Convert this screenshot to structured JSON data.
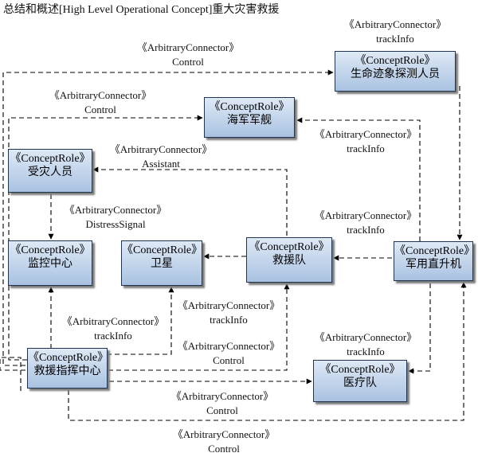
{
  "title": "总结和概述[High Level Operational Concept]重大灾害救援",
  "stereotype": "《ConceptRole》",
  "nodes": {
    "life_detection": "生命迹象探测人员",
    "navy_ship": "海军军舰",
    "victims": "受灾人员",
    "monitoring_center": "监控中心",
    "satellite": "卫星",
    "rescue_team": "救援队",
    "military_helicopter": "军用直升机",
    "rescue_command": "救援指挥中心",
    "medical_team": "医疗队"
  },
  "connector_stereotype": "《ArbitraryConnector》",
  "edges": [
    {
      "id": "command-to-life",
      "type": "Control"
    },
    {
      "id": "life-to-helicopter",
      "type": "trackInfo"
    },
    {
      "id": "command-to-navy",
      "type": "Control"
    },
    {
      "id": "helicopter-to-navy",
      "type": "trackInfo"
    },
    {
      "id": "rescue-to-victims",
      "type": "Assistant"
    },
    {
      "id": "victims-to-monitoring",
      "type": "DistressSignal"
    },
    {
      "id": "helicopter-to-rescue",
      "type": "trackInfo"
    },
    {
      "id": "rescue-to-satellite",
      "type": ""
    },
    {
      "id": "command-to-monitoring",
      "type": "trackInfo"
    },
    {
      "id": "command-to-satellite",
      "type": "trackInfo"
    },
    {
      "id": "command-to-rescue",
      "type": "Control"
    },
    {
      "id": "helicopter-to-medical",
      "type": "trackInfo"
    },
    {
      "id": "command-to-medical",
      "type": "Control"
    },
    {
      "id": "command-to-helicopter",
      "type": "Control"
    }
  ]
}
